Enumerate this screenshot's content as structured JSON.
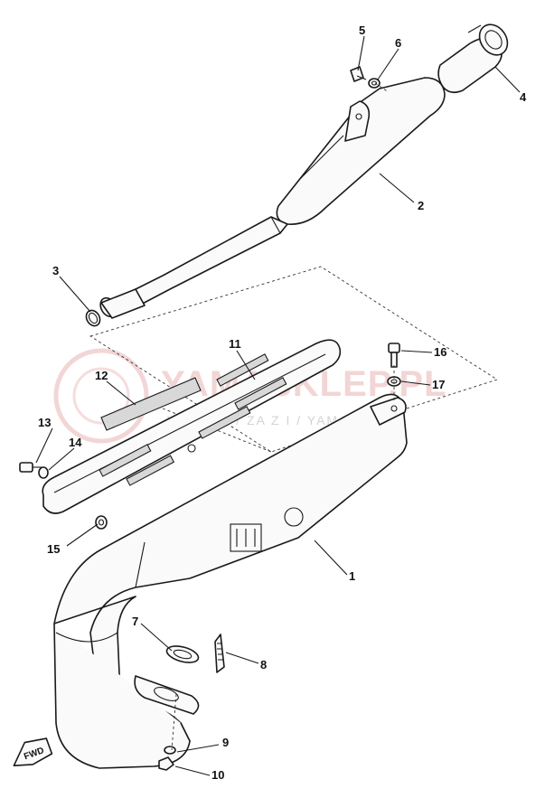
{
  "diagram": {
    "watermark": {
      "brand": "YAMASKLEP.PL",
      "tagline": "WOJSKA / ZA Z I / YAMAHA"
    },
    "direction_tag": "FWD",
    "callouts": [
      "1",
      "2",
      "3",
      "4",
      "5",
      "6",
      "7",
      "8",
      "9",
      "10",
      "11",
      "12",
      "13",
      "14",
      "15",
      "16",
      "17"
    ]
  }
}
